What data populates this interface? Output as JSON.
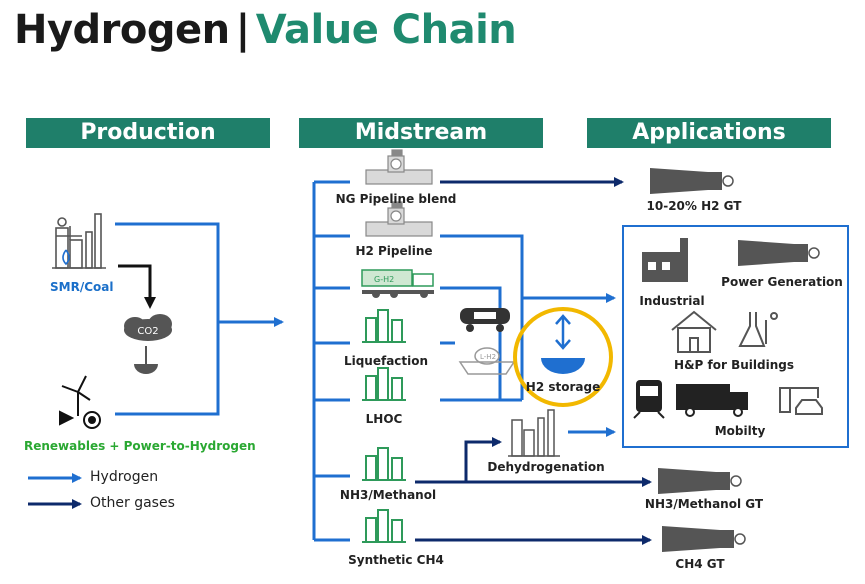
{
  "title": {
    "part1": "Hydrogen",
    "separator": "|",
    "part2": "Value Chain"
  },
  "headers": {
    "production": "Production",
    "midstream": "Midstream",
    "applications": "Applications"
  },
  "production": {
    "smr": "SMR/Coal",
    "co2": "CO2",
    "renewables": "Renewables + Power-to-Hydrogen"
  },
  "legend": {
    "hydrogen": "Hydrogen",
    "other": "Other gases"
  },
  "midstream": {
    "ng_pipeline": "NG Pipeline blend",
    "h2_pipeline": "H2 Pipeline",
    "liquefaction": "Liquefaction",
    "lhoc": "LHOC",
    "nh3": "NH3/Methanol",
    "synthetic": "Synthetic CH4",
    "truck_tank": "G-H2",
    "ship_tank": "L-H2",
    "storage": "H2 storage",
    "dehydrogenation": "Dehydrogenation"
  },
  "applications": {
    "gt_blend": "10-20% H2 GT",
    "industrial": "Industrial",
    "power": "Power Generation",
    "buildings": "H&P for Buildings",
    "mobility": "Mobilty",
    "nh3_gt": "NH3/Methanol GT",
    "ch4_gt": "CH4 GT"
  },
  "colors": {
    "hydrogen": "#1f6fd0",
    "other": "#0d2a6b",
    "header": "#1f7f6a",
    "storage_ring": "#f2b800",
    "icon": "#4a4a4a",
    "icon_green": "#2e9a5a"
  }
}
